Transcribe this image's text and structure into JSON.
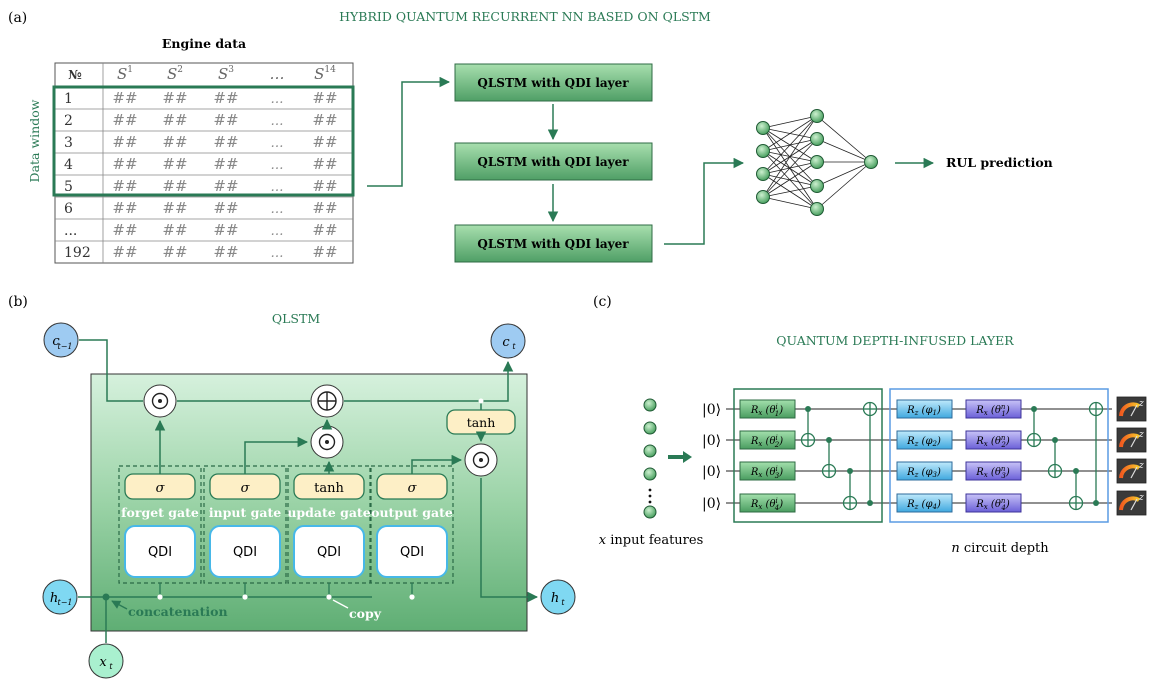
{
  "panel_a": {
    "label": "(a)",
    "title": "HYBRID QUANTUM RECURRENT NN BASED ON QLSTM",
    "table_title": "Engine data",
    "window_label": "Data window",
    "table_header": [
      "№",
      "S",
      "S",
      "S",
      "…",
      "S"
    ],
    "header_sups": [
      "",
      "1",
      "2",
      "3",
      "",
      "14"
    ],
    "row_ids": [
      "1",
      "2",
      "3",
      "4",
      "5",
      "6",
      "...",
      "192"
    ],
    "cell": "##",
    "ellipsis": "…",
    "qlstm_blocks": [
      "QLSTM with QDI layer",
      "QLSTM with QDI layer",
      "QLSTM with QDI layer"
    ],
    "output_label": "RUL prediction"
  },
  "panel_b": {
    "label": "(b)",
    "title": "QLSTM",
    "c_prev": "c",
    "c_prev_sub": "t−1",
    "c_t": "c",
    "c_t_sub": "t",
    "h_prev": "h",
    "h_prev_sub": "t−1",
    "h_t": "h",
    "h_t_sub": "t",
    "x_t": "x",
    "x_t_sub": "t",
    "activations": [
      "σ",
      "σ",
      "tanh",
      "σ"
    ],
    "gate_names": [
      "forget gate",
      "input gate",
      "update gate",
      "output gate"
    ],
    "qdi": "QDI",
    "tanh_out": "tanh",
    "concat_label": "concatenation",
    "copy_label": "copy"
  },
  "panel_c": {
    "label": "(c)",
    "title": "QUANTUM DEPTH-INFUSED LAYER",
    "kets": [
      "|0⟩",
      "|0⟩",
      "|0⟩",
      "|0⟩"
    ],
    "rx_i": [
      "1",
      "2",
      "3",
      "4"
    ],
    "rz": [
      "1",
      "2",
      "3",
      "4"
    ],
    "rx_n": [
      "1",
      "2",
      "3",
      "4"
    ],
    "input_label": "input features",
    "input_var": "x",
    "depth_label": "circuit depth",
    "depth_var": "n",
    "meas": "z"
  },
  "colors": {
    "accent": "#2a7a55",
    "green_fill": "#6cbf7e",
    "cream": "#fdefc6",
    "blue_node": "#9ecbf2",
    "cyan_node": "#7fd8f2",
    "mint_node": "#a9f0cf",
    "rx_green": "#7cc98a",
    "rz_blue": "#6cc8ee",
    "rxn_purple": "#8a80e6"
  }
}
